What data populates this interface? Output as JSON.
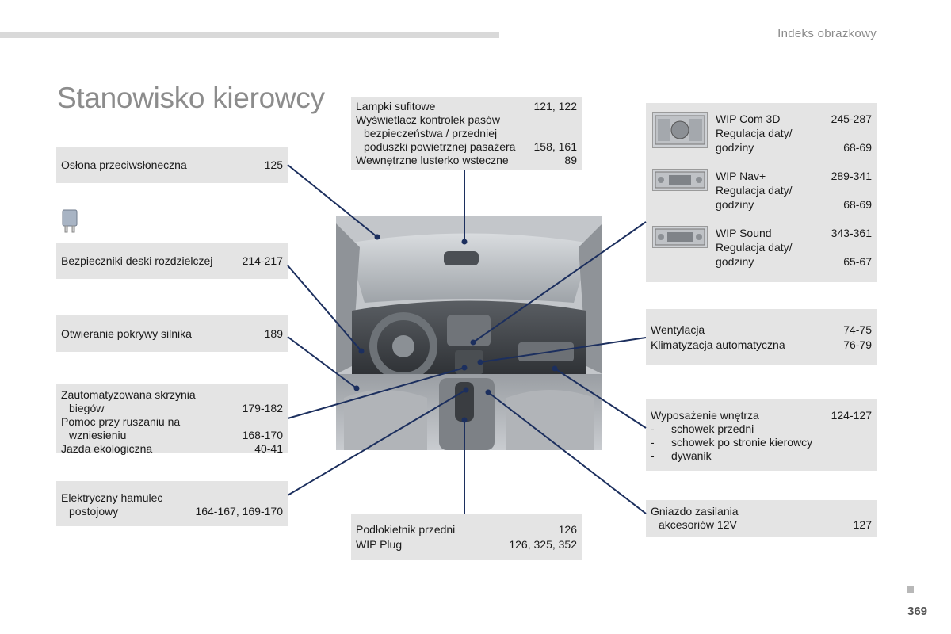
{
  "header": {
    "section_label": "Indeks obrazkowy"
  },
  "title": "Stanowisko kierowcy",
  "page_number": "369",
  "colors": {
    "box_background": "#e4e4e4",
    "leader_line": "#1c2f5e",
    "title": "#8c8c8c"
  },
  "boxes": {
    "sun_visor": {
      "items": [
        {
          "label": "Osłona przeciwsłoneczna",
          "pages": "125"
        }
      ]
    },
    "fuses": {
      "items": [
        {
          "label": "Bezpieczniki deski rozdzielczej",
          "pages": "214-217"
        }
      ]
    },
    "bonnet": {
      "items": [
        {
          "label": "Otwieranie pokrywy silnika",
          "pages": "189"
        }
      ]
    },
    "gearbox": {
      "items": [
        {
          "label": "Zautomatyzowana skrzynia",
          "pages": ""
        },
        {
          "label": "biegów",
          "pages": "179-182"
        },
        {
          "label": "Pomoc przy ruszaniu na",
          "pages": ""
        },
        {
          "label": "wzniesieniu",
          "pages": "168-170"
        },
        {
          "label": "Jazda ekologiczna",
          "pages": "40-41"
        }
      ]
    },
    "parking_brake": {
      "items": [
        {
          "label": "Elektryczny hamulec",
          "pages": ""
        },
        {
          "label": "postojowy",
          "pages": "164-167, 169-170"
        }
      ]
    },
    "ceiling": {
      "items": [
        {
          "label": "Lampki sufitowe",
          "pages": "121, 122"
        },
        {
          "label": "Wyświetlacz kontrolek pasów",
          "pages": ""
        },
        {
          "label": "bezpieczeństwa / przedniej",
          "pages": ""
        },
        {
          "label": "poduszki powietrznej pasażera",
          "pages": "158, 161"
        },
        {
          "label": "Wewnętrzne lusterko wsteczne",
          "pages": "89"
        }
      ]
    },
    "armrest": {
      "items": [
        {
          "label": "Podłokietnik przedni",
          "pages": "126"
        },
        {
          "label": "WIP Plug",
          "pages": "126, 325, 352"
        }
      ]
    },
    "audio": {
      "groups": [
        {
          "icon": "wip-com-3d-unit-icon",
          "name": "WIP Com 3D",
          "pages": "245-287",
          "sub_label": "Regulacja daty/",
          "sub_label2": "godziny",
          "sub_pages": "68-69"
        },
        {
          "icon": "wip-nav-unit-icon",
          "name": "WIP Nav+",
          "pages": "289-341",
          "sub_label": "Regulacja daty/",
          "sub_label2": "godziny",
          "sub_pages": "68-69"
        },
        {
          "icon": "wip-sound-unit-icon",
          "name": "WIP Sound",
          "pages": "343-361",
          "sub_label": "Regulacja daty/",
          "sub_label2": "godziny",
          "sub_pages": "65-67"
        }
      ]
    },
    "ventilation": {
      "items": [
        {
          "label": "Wentylacja",
          "pages": "74-75"
        },
        {
          "label": "Klimatyzacja automatyczna",
          "pages": "76-79"
        }
      ]
    },
    "interior": {
      "title": "Wyposażenie wnętrza",
      "pages": "124-127",
      "bullets": [
        "schowek przedni",
        "schowek po stronie kierowcy",
        "dywanik"
      ]
    },
    "socket": {
      "items": [
        {
          "label": "Gniazdo zasilania",
          "pages": ""
        },
        {
          "label": "akcesoriów 12V",
          "pages": "127"
        }
      ]
    }
  }
}
